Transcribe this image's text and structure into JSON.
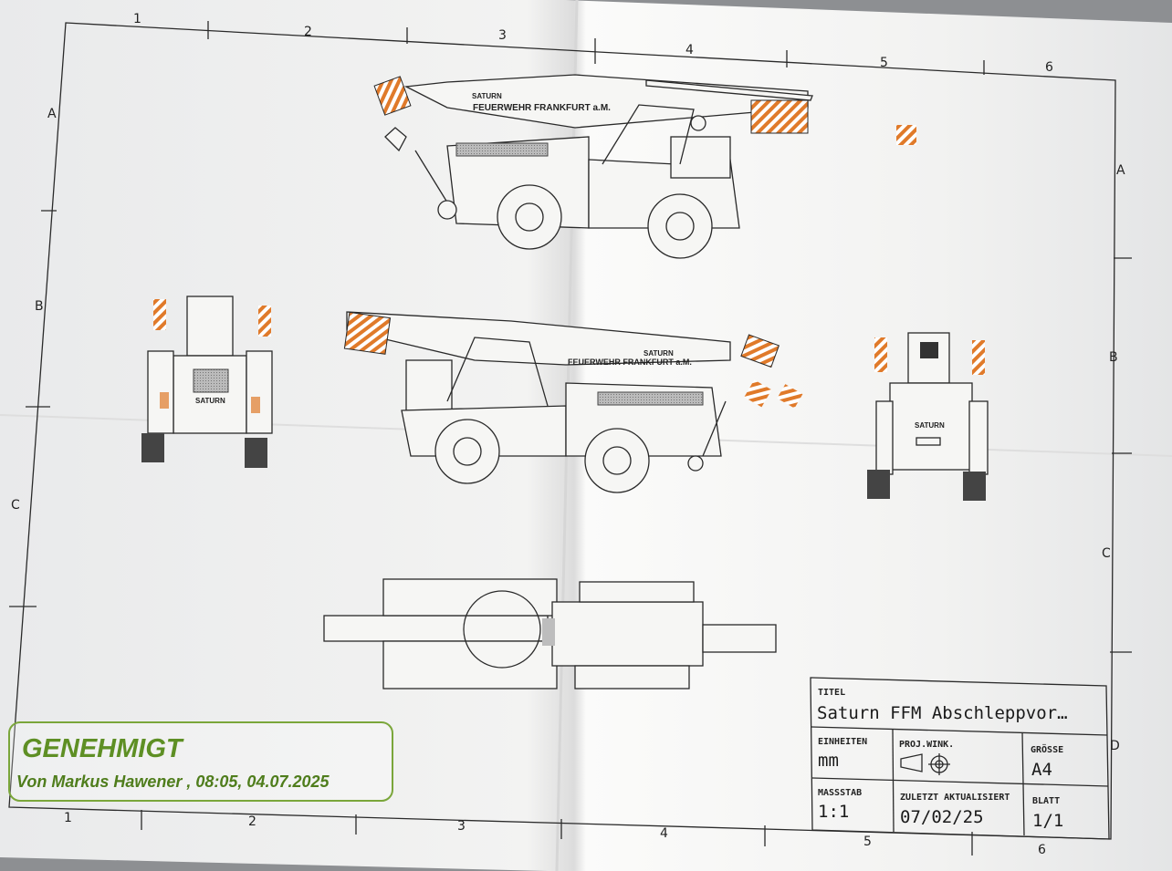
{
  "sheet": {
    "zones_top": [
      "1",
      "2",
      "3",
      "4",
      "5",
      "6"
    ],
    "zones_bottom": [
      "1",
      "2",
      "3",
      "4",
      "5",
      "6"
    ],
    "zones_left": [
      "A",
      "B",
      "C"
    ],
    "zones_right": [
      "A",
      "B",
      "C",
      "D"
    ]
  },
  "drawing": {
    "side_view_1": {
      "line1": "SATURN",
      "line2": "FEUERWEHR FRANKFURT a.M."
    },
    "side_view_2": {
      "line1": "SATURN",
      "line2": "FEUERWEHR FRANKFURT a.M."
    },
    "front_view": {
      "label": "SATURN"
    },
    "rear_view": {
      "label": "SATURN"
    },
    "accent_color": "#e07a2a"
  },
  "title_block": {
    "titel_label": "TITEL",
    "titel_value": "Saturn FFM Abschleppvor…",
    "einheiten_label": "EINHEITEN",
    "einheiten_value": "mm",
    "proj_label": "PROJ.WINK.",
    "groesse_label": "GRÖSSE",
    "groesse_value": "A4",
    "massstab_label": "MASSSTAB",
    "massstab_value": "1:1",
    "aktualisiert_label": "ZULETZT AKTUALISIERT",
    "aktualisiert_value": "07/02/25",
    "blatt_label": "BLATT",
    "blatt_value": "1/1"
  },
  "stamp": {
    "status": "GENEHMIGT",
    "by_line": "Von Markus Hawener , 08:05, 04.07.2025",
    "color": "#5e8f24"
  }
}
